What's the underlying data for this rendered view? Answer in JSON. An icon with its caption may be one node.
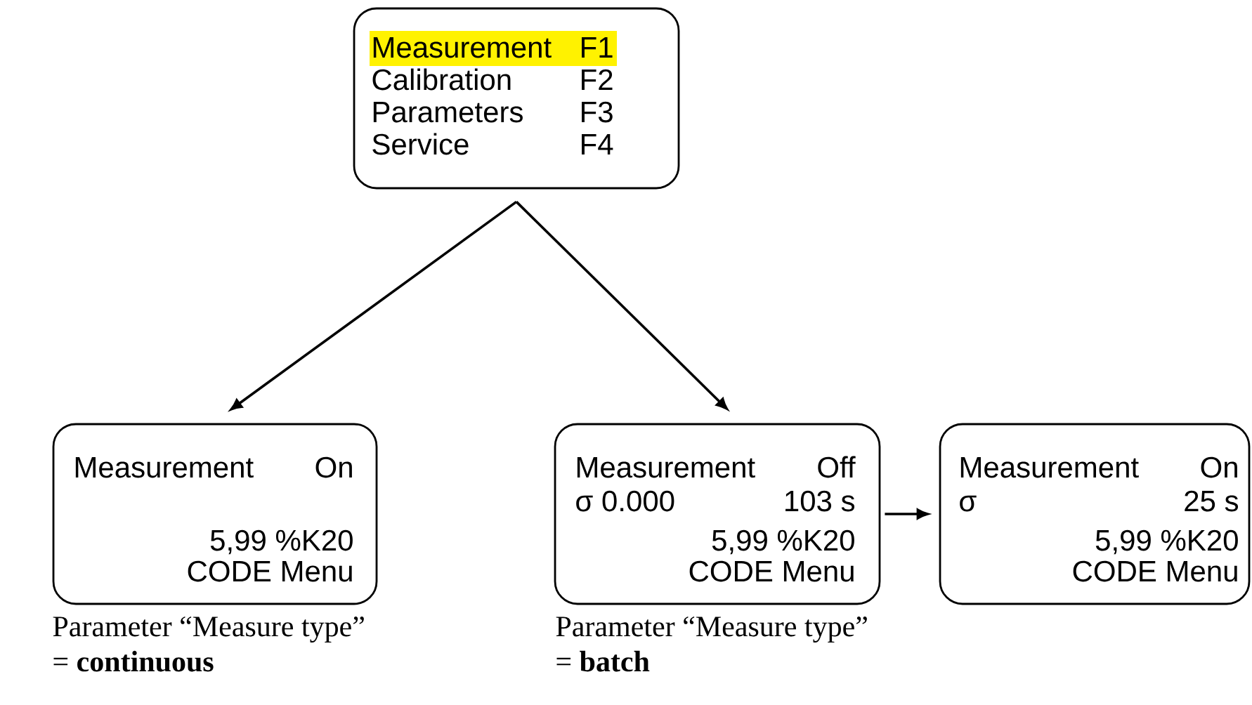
{
  "diagram": {
    "nodes": [
      {
        "text": [
          "Measurement",
          "F1",
          "Calibration",
          "F2",
          "Parameters",
          "F3",
          "Service",
          "F4"
        ]
      },
      {
        "text": [
          "Measurement",
          "On",
          "5,99 %K20",
          "CODE Menu"
        ],
        "beside": [
          "Parameter “Measure type”",
          "= **continuous**"
        ]
      },
      {
        "text": [
          "Measurement",
          "Off",
          "σ 0.000",
          "103 s",
          "5,99 %K20",
          "CODE Menu"
        ],
        "beside": [
          "Parameter “Measure type”",
          "= **batch**"
        ]
      },
      {
        "text": [
          "Measurement",
          "On",
          "σ",
          "25 s",
          "5,99 %K20",
          "CODE Menu"
        ]
      }
    ],
    "edges": [
      {
        "from": 0,
        "to": 1,
        "arrow": "to"
      },
      {
        "from": 0,
        "to": 2,
        "arrow": "to"
      },
      {
        "from": 2,
        "to": 3,
        "arrow": "to"
      }
    ]
  }
}
